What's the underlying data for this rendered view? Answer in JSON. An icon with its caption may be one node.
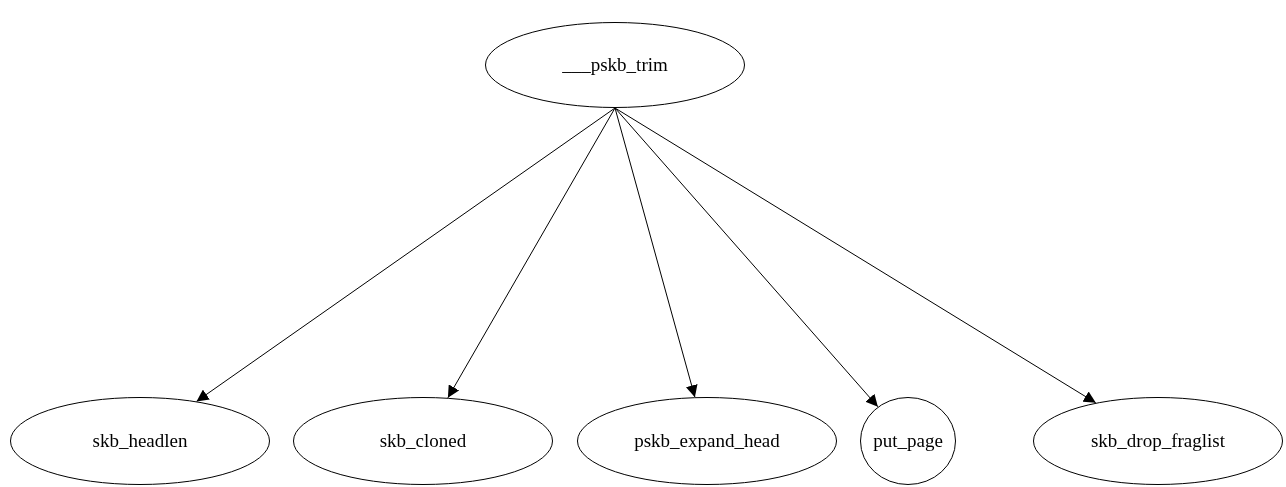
{
  "diagram": {
    "nodes": [
      {
        "text": [
          "___pskb_trim"
        ]
      },
      {
        "text": [
          "skb_headlen"
        ]
      },
      {
        "text": [
          "skb_cloned"
        ]
      },
      {
        "text": [
          "pskb_expand_head"
        ]
      },
      {
        "text": [
          "put_page"
        ]
      },
      {
        "text": [
          "skb_drop_fraglist"
        ]
      }
    ],
    "edges": [
      {
        "from": 0,
        "to": 1,
        "arrow": "to"
      },
      {
        "from": 0,
        "to": 2,
        "arrow": "to"
      },
      {
        "from": 0,
        "to": 3,
        "arrow": "to"
      },
      {
        "from": 0,
        "to": 4,
        "arrow": "to"
      },
      {
        "from": 0,
        "to": 5,
        "arrow": "to"
      }
    ]
  }
}
